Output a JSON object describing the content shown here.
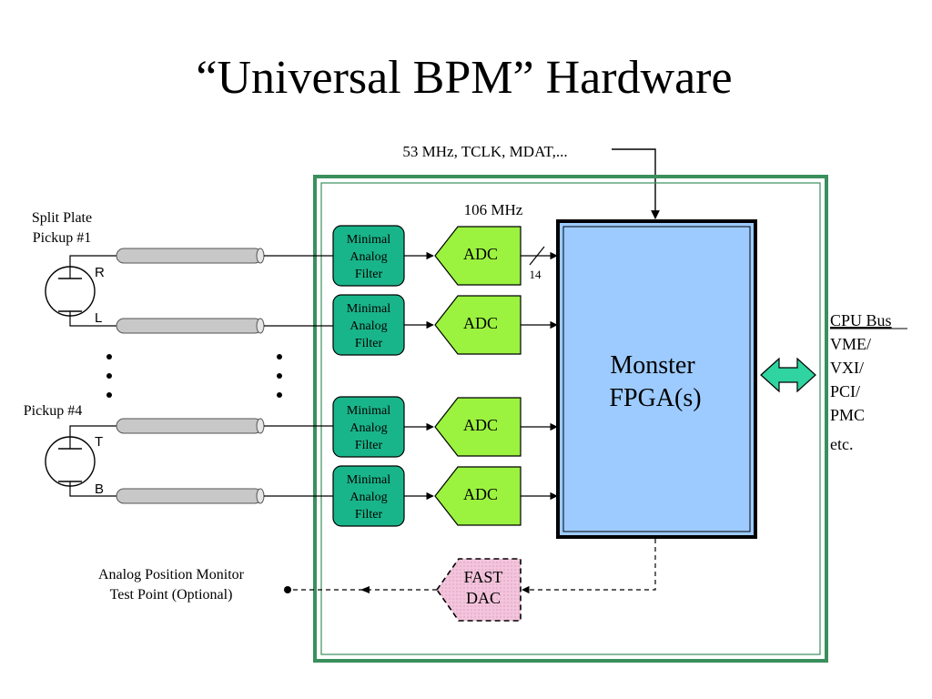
{
  "title": "“Universal BPM”  Hardware",
  "clock_label": "53 MHz, TCLK, MDAT,...",
  "adc_rate_label": "106 MHz",
  "bus_width_label": "14",
  "pickups": {
    "split_plate_line1": "Split Plate",
    "split_plate_line2": "Pickup  #1",
    "pickup4_label": "Pickup #4",
    "channels": [
      "R",
      "L",
      "T",
      "B"
    ]
  },
  "filter_label": [
    "Minimal",
    "Analog",
    "Filter"
  ],
  "adc_label": "ADC",
  "fpga_label": [
    "Monster",
    "FPGA(s)"
  ],
  "dac_label": [
    "FAST",
    "DAC"
  ],
  "test_point": [
    "Analog Position Monitor",
    "Test Point  (Optional)"
  ],
  "cpu_bus": {
    "heading": "CPU Bus",
    "items": [
      "VME/",
      "VXI/",
      "PCI/",
      "PMC",
      "etc."
    ]
  },
  "colors": {
    "board_border": "#3a8f5c",
    "filter_fill": "#19b58a",
    "adc_fill": "#9bf23f",
    "fpga_fill": "#9dcbff",
    "dac_fill": "#f3c4dc",
    "bus_arrow_fill": "#2fd4a0",
    "cable_fill": "#c8c8c8"
  }
}
